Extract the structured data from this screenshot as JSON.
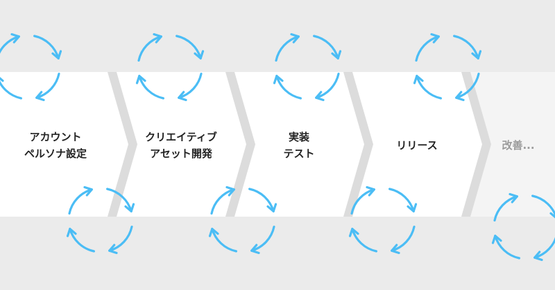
{
  "colors": {
    "background": "#ebebeb",
    "band_shadow": "#dcdcdc",
    "stage_fill": "#ffffff",
    "stage_fill_faded": "#f4f4f4",
    "cycle_stroke": "#4bbdf5",
    "text": "#222222",
    "text_faded": "#9b9b9b"
  },
  "stages": [
    {
      "lines": [
        "アカウント",
        "ペルソナ設定"
      ]
    },
    {
      "lines": [
        "クリエイティブ",
        "アセット開発"
      ]
    },
    {
      "lines": [
        "実装",
        "テスト"
      ]
    },
    {
      "lines": [
        "リリース"
      ]
    },
    {
      "lines": [
        "改善..."
      ]
    }
  ],
  "cycle_icon": "circular-arrows-icon"
}
